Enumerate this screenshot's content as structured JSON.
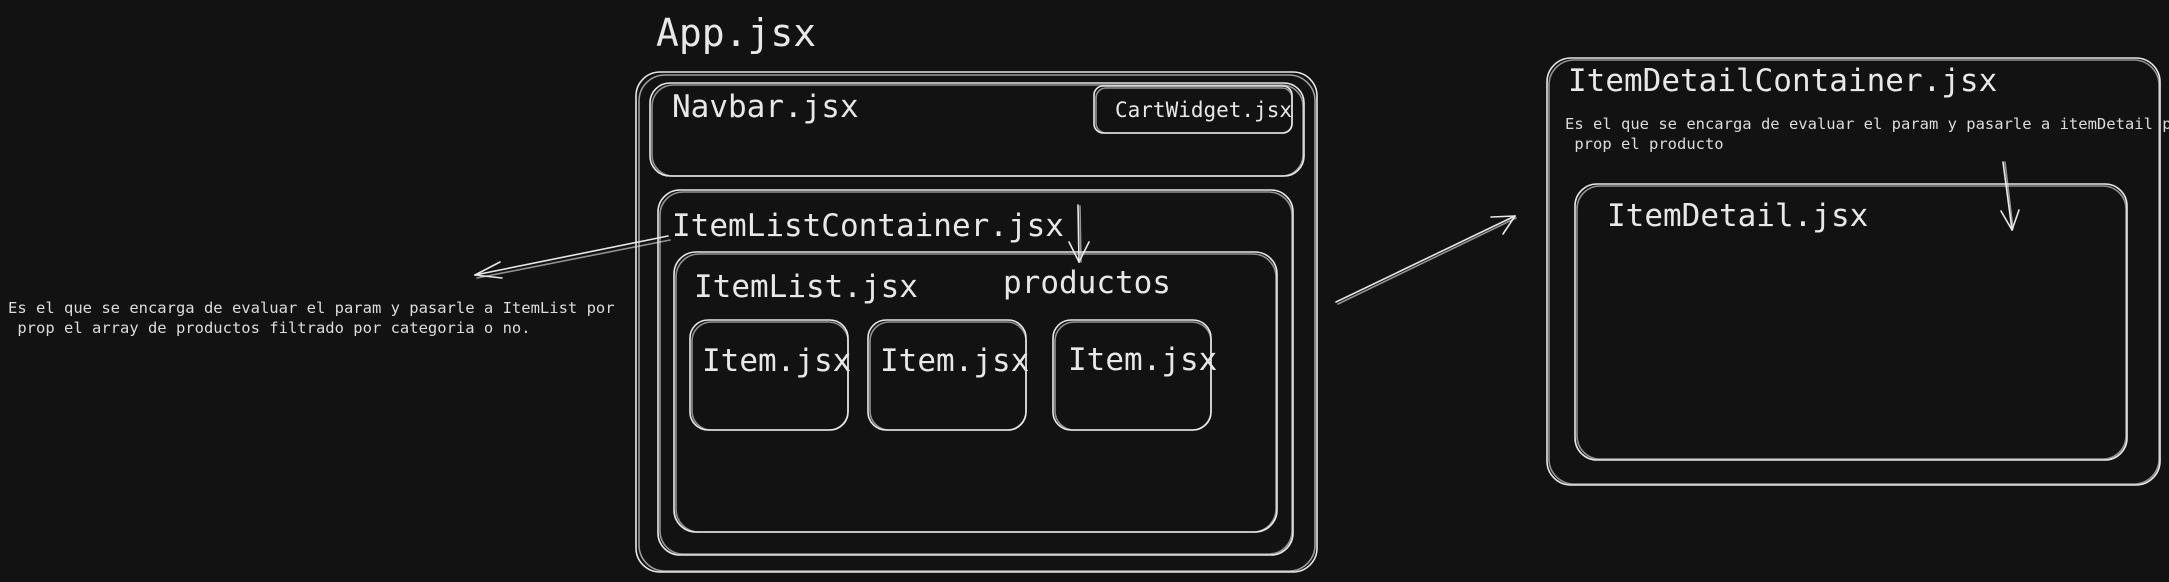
{
  "diagram": {
    "app_title": "App.jsx",
    "navbar": "Navbar.jsx",
    "cart_widget": "CartWidget.jsx",
    "item_list_container": "ItemListContainer.jsx",
    "item_list": "ItemList.jsx",
    "productos": "productos",
    "items": [
      "Item.jsx",
      "Item.jsx",
      "Item.jsx"
    ],
    "item_detail_container": "ItemDetailContainer.jsx",
    "item_detail": "ItemDetail.jsx",
    "note_left": "Es el que se encarga de evaluar el param y pasarle a ItemList por\n prop el array de productos filtrado por categoria o no.",
    "note_right": "Es el que se encarga de evaluar el param y pasarle a itemDetail por\n prop el producto"
  },
  "colors": {
    "background": "#121212",
    "stroke": "#e8e8e8"
  }
}
